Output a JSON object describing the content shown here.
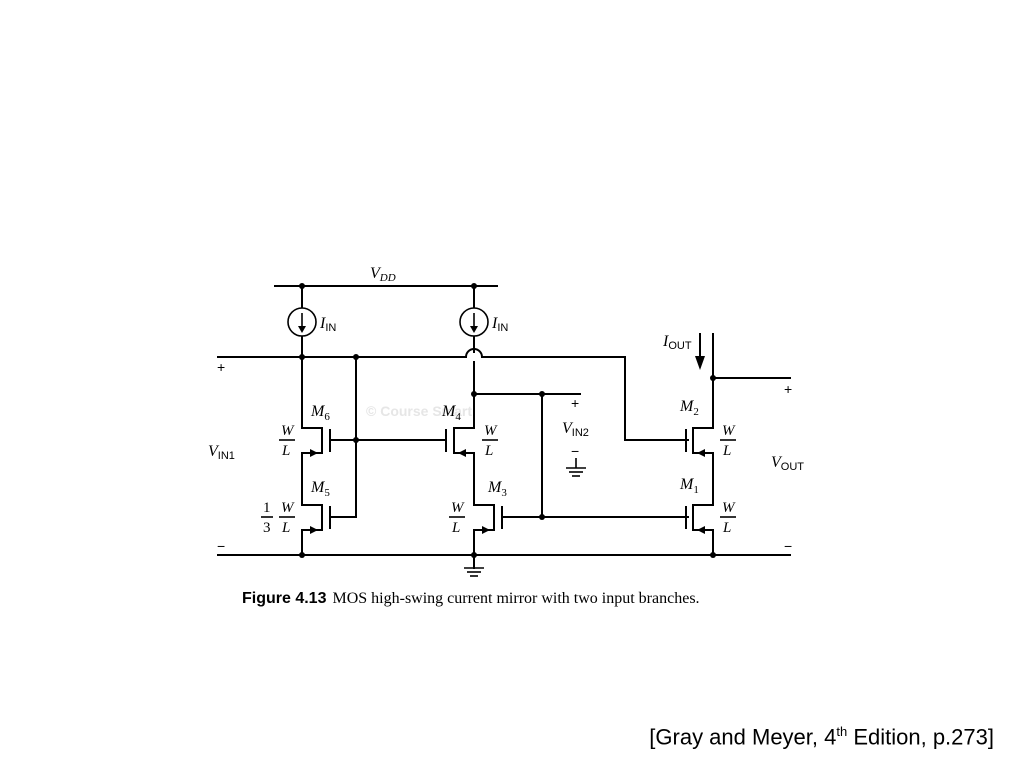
{
  "figure": {
    "labels": {
      "vdd": {
        "base": "V",
        "sub": "DD"
      },
      "iin_left": {
        "base": "I",
        "sub": "IN"
      },
      "iin_right": {
        "base": "I",
        "sub": "IN"
      },
      "iout": {
        "base": "I",
        "sub": "OUT"
      },
      "m6": {
        "base": "M",
        "sub": "6"
      },
      "m5": {
        "base": "M",
        "sub": "5"
      },
      "m4": {
        "base": "M",
        "sub": "4"
      },
      "m3": {
        "base": "M",
        "sub": "3"
      },
      "m2": {
        "base": "M",
        "sub": "2"
      },
      "m1": {
        "base": "M",
        "sub": "1"
      },
      "vin1": {
        "base": "V",
        "sub": "IN1"
      },
      "vin2": {
        "base": "V",
        "sub": "IN2"
      },
      "vout": {
        "base": "V",
        "sub": "OUT"
      },
      "ratio_w": "W",
      "ratio_l": "L",
      "ratio_one": "1",
      "ratio_three": "3",
      "plus": "+",
      "minus": "−"
    },
    "watermark": "© Course Smart",
    "caption": {
      "number": "Figure 4.13",
      "text": "MOS high-swing current mirror with two input branches."
    }
  },
  "citation": {
    "prefix": "[Gray and Meyer, 4",
    "superscript": "th",
    "suffix": " Edition, p.273]"
  }
}
